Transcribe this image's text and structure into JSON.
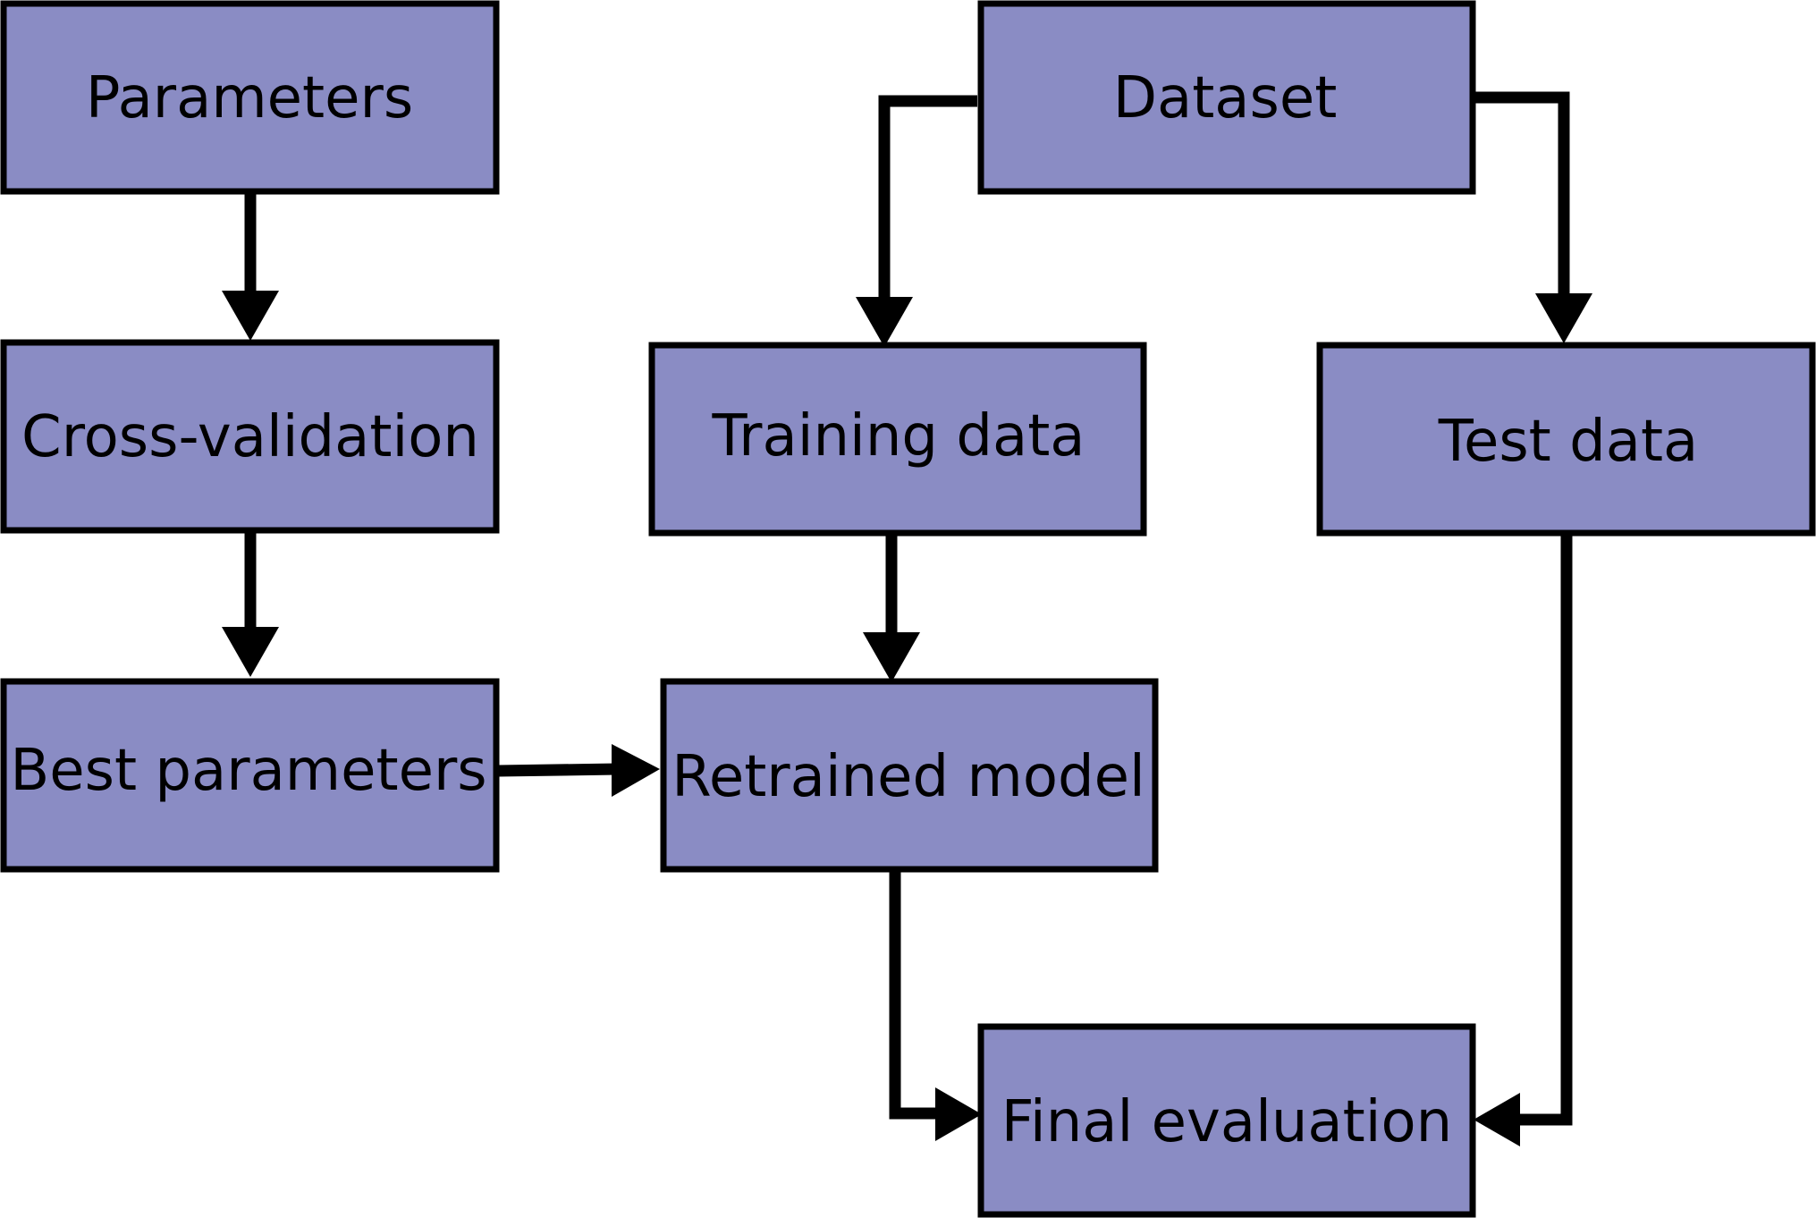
{
  "colors": {
    "box_fill": "#8a8cc4",
    "stroke": "#000000",
    "text": "#000000",
    "background": "#ffffff"
  },
  "nodes": {
    "parameters": {
      "label": "Parameters"
    },
    "dataset": {
      "label": "Dataset"
    },
    "cross_validation": {
      "label": "Cross-validation"
    },
    "training_data": {
      "label": "Training data"
    },
    "test_data": {
      "label": "Test data"
    },
    "best_parameters": {
      "label": "Best parameters"
    },
    "retrained_model": {
      "label": "Retrained model"
    },
    "final_evaluation": {
      "label": "Final evaluation"
    }
  },
  "edges": [
    {
      "from": "Parameters",
      "to": "Cross-validation"
    },
    {
      "from": "Cross-validation",
      "to": "Best parameters"
    },
    {
      "from": "Dataset",
      "to": "Training data"
    },
    {
      "from": "Dataset",
      "to": "Test data"
    },
    {
      "from": "Training data",
      "to": "Retrained model"
    },
    {
      "from": "Best parameters",
      "to": "Retrained model"
    },
    {
      "from": "Retrained model",
      "to": "Final evaluation"
    },
    {
      "from": "Test data",
      "to": "Final evaluation"
    }
  ]
}
